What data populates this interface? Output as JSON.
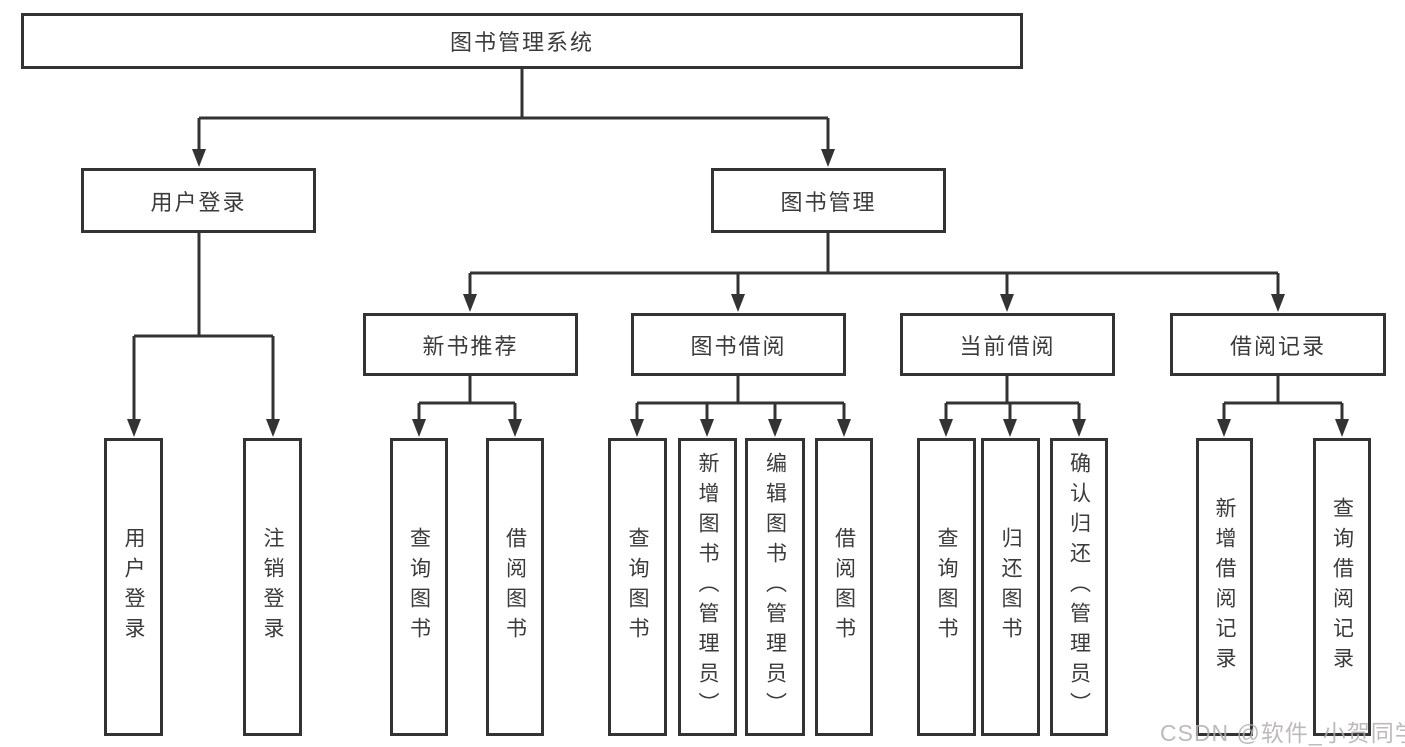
{
  "style": {
    "line_color": "#333333",
    "text_color": "#3b3b3b",
    "box_background": "#ffffff",
    "watermark_color": "#b2aeae"
  },
  "watermark": {
    "text": "CSDN @软件_小贺同学"
  },
  "tree": {
    "label": "图书管理系统",
    "children": [
      {
        "label": "用户登录",
        "children": [
          {
            "label": "用户登录"
          },
          {
            "label": "注销登录"
          }
        ]
      },
      {
        "label": "图书管理",
        "children": [
          {
            "label": "新书推荐",
            "children": [
              {
                "label": "查询图书"
              },
              {
                "label": "借阅图书"
              }
            ]
          },
          {
            "label": "图书借阅",
            "children": [
              {
                "label": "查询图书"
              },
              {
                "label": "新增图书（管理员）"
              },
              {
                "label": "编辑图书（管理员）"
              },
              {
                "label": "借阅图书"
              }
            ]
          },
          {
            "label": "当前借阅",
            "children": [
              {
                "label": "查询图书"
              },
              {
                "label": "归还图书"
              },
              {
                "label": "确认归还（管理员）"
              }
            ]
          },
          {
            "label": "借阅记录",
            "children": [
              {
                "label": "新增借阅记录"
              },
              {
                "label": "查询借阅记录"
              }
            ]
          }
        ]
      }
    ]
  }
}
